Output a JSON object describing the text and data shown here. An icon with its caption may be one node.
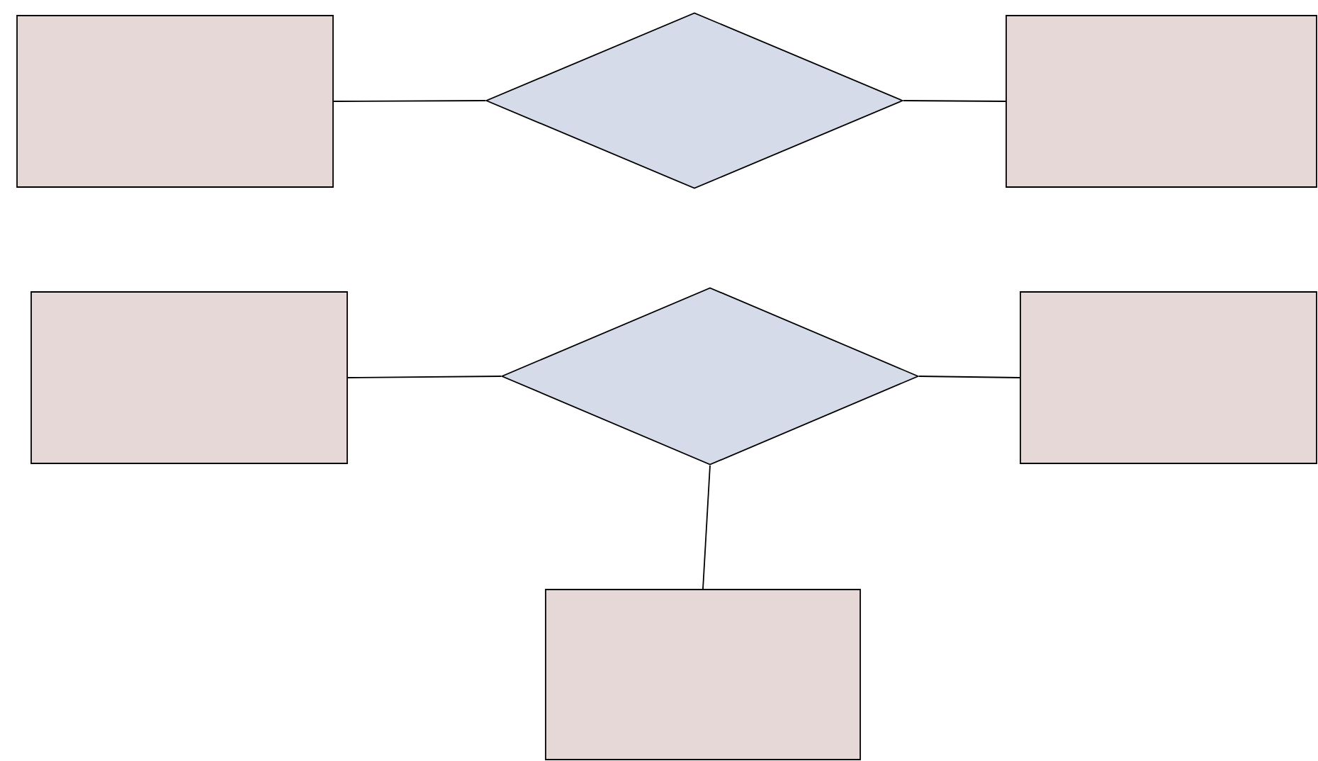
{
  "diagram": {
    "nodes": [
      {
        "text": [],
        "shape": "box"
      },
      {
        "text": [],
        "shape": "diamond"
      },
      {
        "text": [],
        "shape": "box"
      },
      {
        "text": [],
        "shape": "box"
      },
      {
        "text": [],
        "shape": "diamond"
      },
      {
        "text": [],
        "shape": "box"
      },
      {
        "text": [],
        "shape": "box"
      }
    ],
    "edges": [
      {
        "from": 0,
        "to": 1,
        "arrow": "none"
      },
      {
        "from": 1,
        "to": 2,
        "arrow": "none"
      },
      {
        "from": 3,
        "to": 4,
        "arrow": "none"
      },
      {
        "from": 4,
        "to": 5,
        "arrow": "none"
      },
      {
        "from": 4,
        "to": 6,
        "arrow": "none"
      }
    ]
  }
}
